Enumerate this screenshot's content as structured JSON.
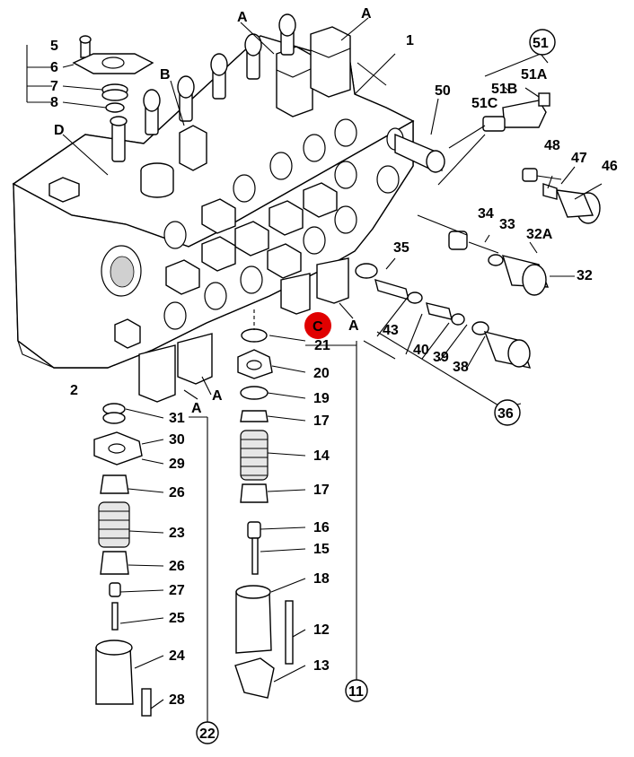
{
  "diagram": {
    "labels": {
      "l1": "1",
      "l2": "2",
      "l5": "5",
      "l6": "6",
      "l7": "7",
      "l8": "8",
      "lA1": "A",
      "lA2": "A",
      "lA3": "A",
      "lA4": "A",
      "lA5": "A",
      "lB": "B",
      "lD": "D",
      "lC": "C",
      "l50": "50",
      "l51": "51",
      "l51A": "51A",
      "l51B": "51B",
      "l51C": "51C",
      "l48": "48",
      "l47": "47",
      "l46": "46",
      "l34": "34",
      "l33": "33",
      "l32A": "32A",
      "l32": "32",
      "l35": "35",
      "l43": "43",
      "l40": "40",
      "l39": "39",
      "l38": "38",
      "l36": "36",
      "l21": "21",
      "l20": "20",
      "l19": "19",
      "l17a": "17",
      "l14": "14",
      "l17b": "17",
      "l16": "16",
      "l15": "15",
      "l18": "18",
      "l12": "12",
      "l13": "13",
      "l11": "11",
      "l31": "31",
      "l30": "30",
      "l29": "29",
      "l26a": "26",
      "l23": "23",
      "l26b": "26",
      "l27": "27",
      "l25": "25",
      "l24": "24",
      "l28": "28",
      "l22": "22"
    },
    "colors": {
      "ink": "#000000",
      "marker": "#e00000",
      "paper": "#ffffff"
    }
  }
}
